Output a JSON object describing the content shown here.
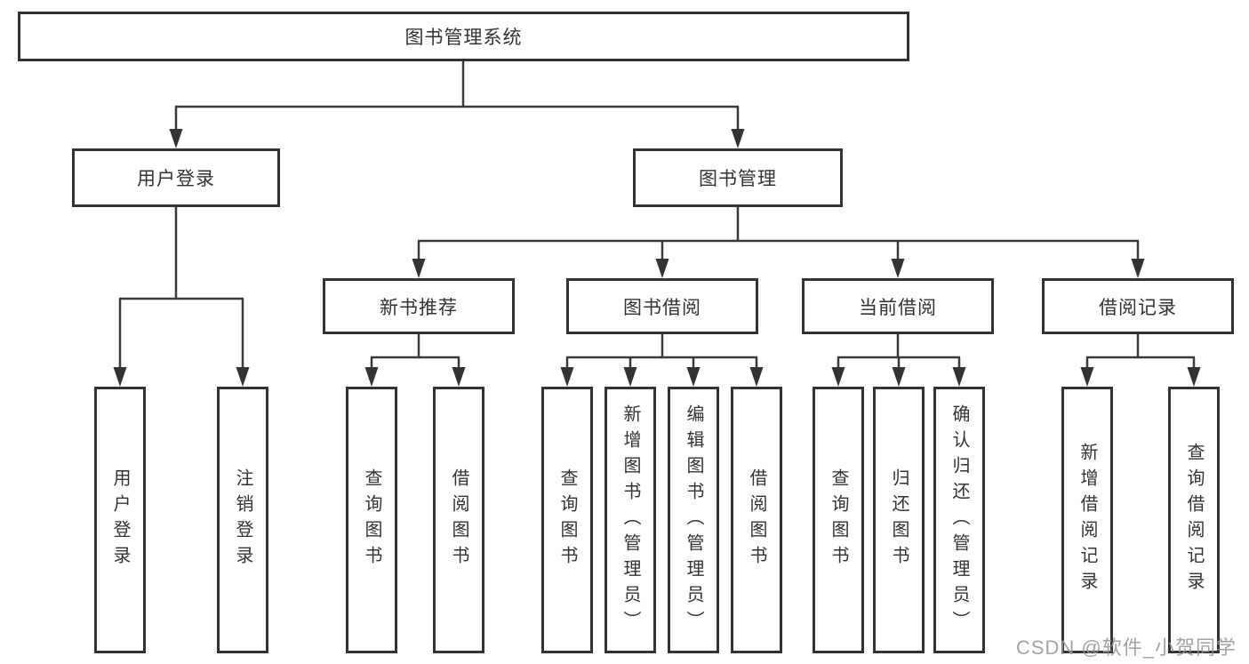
{
  "diagram": {
    "root": {
      "label": "图书管理系统"
    },
    "level2": [
      {
        "label": "用户登录"
      },
      {
        "label": "图书管理"
      }
    ],
    "level3": [
      {
        "label": "新书推荐"
      },
      {
        "label": "图书借阅"
      },
      {
        "label": "当前借阅"
      },
      {
        "label": "借阅记录"
      }
    ],
    "leaves": {
      "user_login": [
        "用户登录",
        "注销登录"
      ],
      "new_book_recommend": [
        "查询图书",
        "借阅图书"
      ],
      "book_borrow": [
        "查询图书",
        "新增图书（管理员）",
        "编辑图书（管理员）",
        "借阅图书"
      ],
      "current_borrow": [
        "查询图书",
        "归还图书",
        "确认归还（管理员）"
      ],
      "borrow_records": [
        "新增借阅记录",
        "查询借阅记录"
      ]
    }
  },
  "watermark": "CSDN @软件_小贺同学",
  "colors": {
    "line": "#3a3a3a",
    "border": "#333333",
    "text": "#333333",
    "watermark": "#969696",
    "background": "#ffffff"
  }
}
